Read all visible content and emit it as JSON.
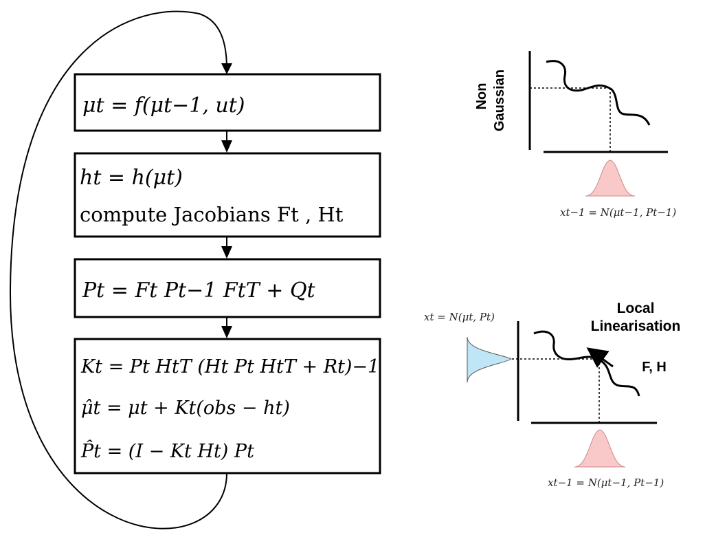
{
  "flow": {
    "box1": {
      "line1": "μt = f(μt−1, ut)"
    },
    "box2": {
      "line1": "ht = h(μt)",
      "line2": "compute Jacobians Ft , Ht"
    },
    "box3": {
      "line1": "Pt = Ft Pt−1 FtT + Qt"
    },
    "box4": {
      "line1": "Kt = Pt HtT (Ht Pt HtT + Rt)−1",
      "line2": "μ̂t = μt + Kt(obs − ht)",
      "line3": "P̂t = (I − Kt Ht) Pt"
    }
  },
  "top_plot": {
    "ylabel_line1": "Non",
    "ylabel_line2": "Gaussian",
    "caption": "xt−1 = N(μt−1, Pt−1)"
  },
  "bottom_plot": {
    "label_line1": "Local",
    "label_line2": "Linearisation",
    "fh_label": "F, H",
    "left_caption": "xt = N(μt, Pt)",
    "caption": "xt−1 = N(μt−1, Pt−1)"
  },
  "colors": {
    "input_gaussian": "#f9c9c9",
    "output_gaussian": "#bfe6f7",
    "stroke": "#000000"
  }
}
